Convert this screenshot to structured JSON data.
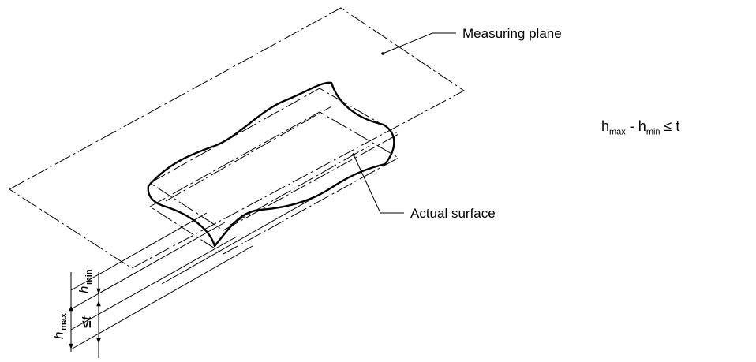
{
  "labels": {
    "measuring_plane": "Measuring plane",
    "actual_surface": "Actual surface"
  },
  "dimensions": {
    "h_min": "min",
    "h_max": "max",
    "h_letter": "h",
    "le_t": "≤t"
  },
  "formula": {
    "h1": "h",
    "sub1": "max",
    "minus": " - ",
    "h2": "h",
    "sub2": "min",
    "rel": " ≤ t"
  }
}
